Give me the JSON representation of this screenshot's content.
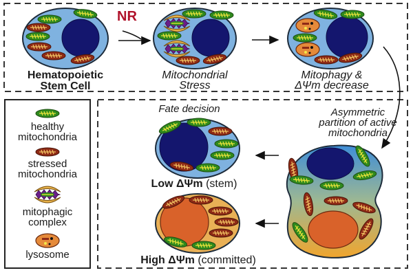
{
  "figure": {
    "treatment_label": "NR",
    "top_row": {
      "steps": [
        {
          "line1": "Hematopoietic",
          "line2": "Stem Cell",
          "style": "bold"
        },
        {
          "line1": "Mitochondrial",
          "line2": "Stress",
          "style": "italic"
        },
        {
          "line1": "Mitophagy &",
          "line2": "ΔΨm decrease",
          "style": "italic"
        }
      ]
    },
    "legend": {
      "items": [
        {
          "icon": "healthy-mitochondria-icon",
          "line1": "healthy",
          "line2": "mitochondria"
        },
        {
          "icon": "stressed-mitochondria-icon",
          "line1": "stressed",
          "line2": "mitochondria"
        },
        {
          "icon": "mitophagic-complex-icon",
          "line1": "mitophagic",
          "line2": "complex"
        },
        {
          "icon": "lysosome-icon",
          "line1": "lysosome",
          "line2": ""
        }
      ]
    },
    "bottom_panel": {
      "fate_title": "Fate decision",
      "partition_label": [
        "Asymmetric",
        "partition of active",
        "mitochondria"
      ],
      "outcomes": [
        {
          "bold": "Low ΔΨm",
          "rest": " (stem)"
        },
        {
          "bold": "High ΔΨm",
          "rest": " (committed)"
        }
      ]
    },
    "colors": {
      "cytoplasm_blue": "#7fb2e0",
      "nucleus_blue": "#14166e",
      "cytoplasm_orange": "#e9b056",
      "nucleus_orange": "#d9622a",
      "healthy_mito": "#2f8a1e",
      "stressed_mito": "#8e2a16",
      "nr_red": "#b0122a"
    }
  }
}
